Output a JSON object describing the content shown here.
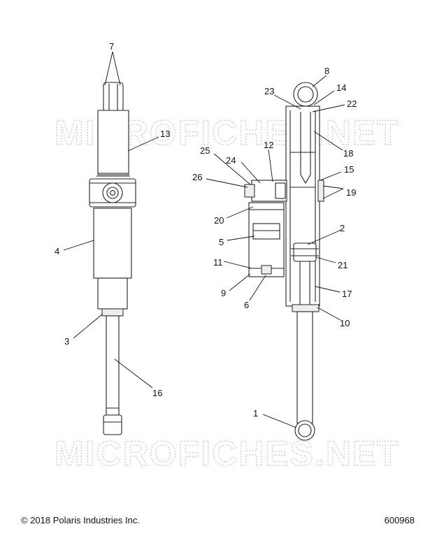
{
  "watermark": "MICROFICHES.NET",
  "footer": {
    "copyright": "© 2018 Polaris Industries Inc.",
    "drawing_number": "600968"
  },
  "callouts": [
    "1",
    "2",
    "3",
    "4",
    "5",
    "6",
    "7",
    "8",
    "9",
    "10",
    "11",
    "12",
    "13",
    "14",
    "15",
    "16",
    "17",
    "18",
    "19",
    "20",
    "21",
    "22",
    "23",
    "24",
    "25",
    "26"
  ]
}
